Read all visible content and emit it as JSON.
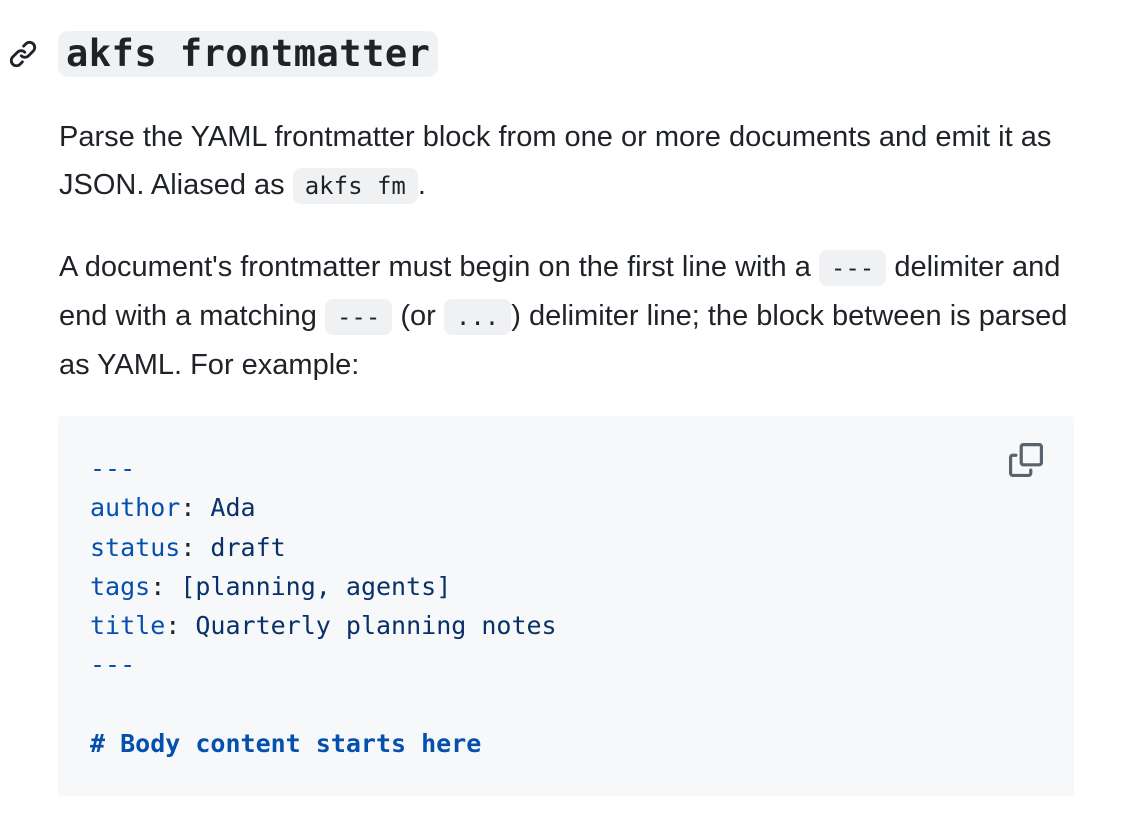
{
  "heading": {
    "command": "akfs frontmatter",
    "anchor_icon": "link-icon"
  },
  "para1": {
    "text_before": "Parse the YAML frontmatter block from one or more documents and emit it as JSON. Aliased as ",
    "alias": "akfs fm",
    "text_after": "."
  },
  "para2": {
    "text1": "A document's frontmatter must begin on the first line with a ",
    "delim1": "---",
    "text2": " delimiter and end with a matching ",
    "delim2": "---",
    "text3": " (or ",
    "delim3": "...",
    "text4": ") delimiter line; the block between is parsed as YAML. For example:"
  },
  "code_block": {
    "copy_icon": "copy-icon",
    "open_delim": "---",
    "fields": [
      {
        "key": "author",
        "value": "Ada"
      },
      {
        "key": "status",
        "value": "draft"
      },
      {
        "key": "tags",
        "value": "[planning, agents]"
      },
      {
        "key": "title",
        "value": "Quarterly planning notes"
      }
    ],
    "close_delim": "---",
    "body_heading": "# Body content starts here"
  },
  "colors": {
    "code_keyword": "#0550ae",
    "code_value": "#0a3069",
    "code_bg": "#f6f8fa",
    "inline_code_bg": "#eff1f3",
    "text": "#1f2328"
  }
}
